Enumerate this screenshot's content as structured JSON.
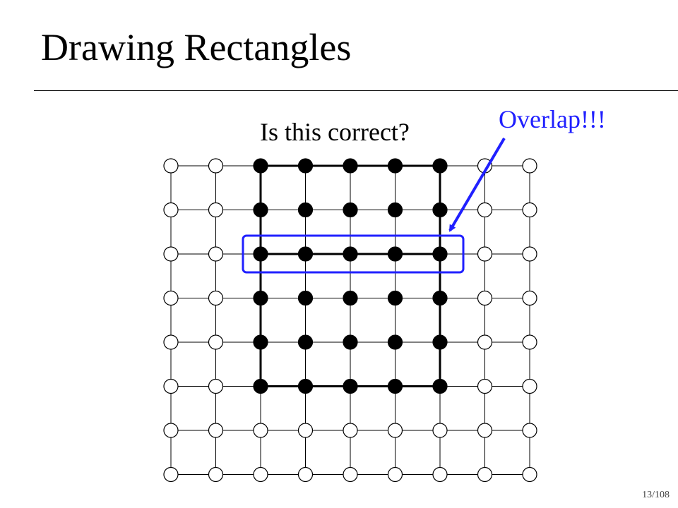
{
  "slide": {
    "title": "Drawing Rectangles",
    "question": "Is this correct?",
    "callout": "Overlap!!!",
    "page_number": "13/108"
  },
  "grid": {
    "columns": 9,
    "rows": 8,
    "filled_cells": [
      [
        0,
        2
      ],
      [
        0,
        3
      ],
      [
        0,
        4
      ],
      [
        0,
        5
      ],
      [
        0,
        6
      ],
      [
        1,
        2
      ],
      [
        1,
        3
      ],
      [
        1,
        4
      ],
      [
        1,
        5
      ],
      [
        1,
        6
      ],
      [
        2,
        2
      ],
      [
        2,
        3
      ],
      [
        2,
        4
      ],
      [
        2,
        5
      ],
      [
        2,
        6
      ],
      [
        3,
        2
      ],
      [
        3,
        3
      ],
      [
        3,
        4
      ],
      [
        3,
        5
      ],
      [
        3,
        6
      ],
      [
        4,
        2
      ],
      [
        4,
        3
      ],
      [
        4,
        4
      ],
      [
        4,
        5
      ],
      [
        4,
        6
      ],
      [
        5,
        2
      ],
      [
        5,
        3
      ],
      [
        5,
        4
      ],
      [
        5,
        5
      ],
      [
        5,
        6
      ]
    ],
    "rectangles": [
      {
        "from_row": 0,
        "to_row": 2,
        "from_col": 2,
        "to_col": 6
      },
      {
        "from_row": 2,
        "to_row": 5,
        "from_col": 2,
        "to_col": 6
      }
    ],
    "highlighted_row": 2
  },
  "colors": {
    "pixel_filled": "#000000",
    "pixel_empty": "#ffffff",
    "grid_line": "#000000",
    "highlight": "#2020ff",
    "callout_text": "#2020ff"
  }
}
